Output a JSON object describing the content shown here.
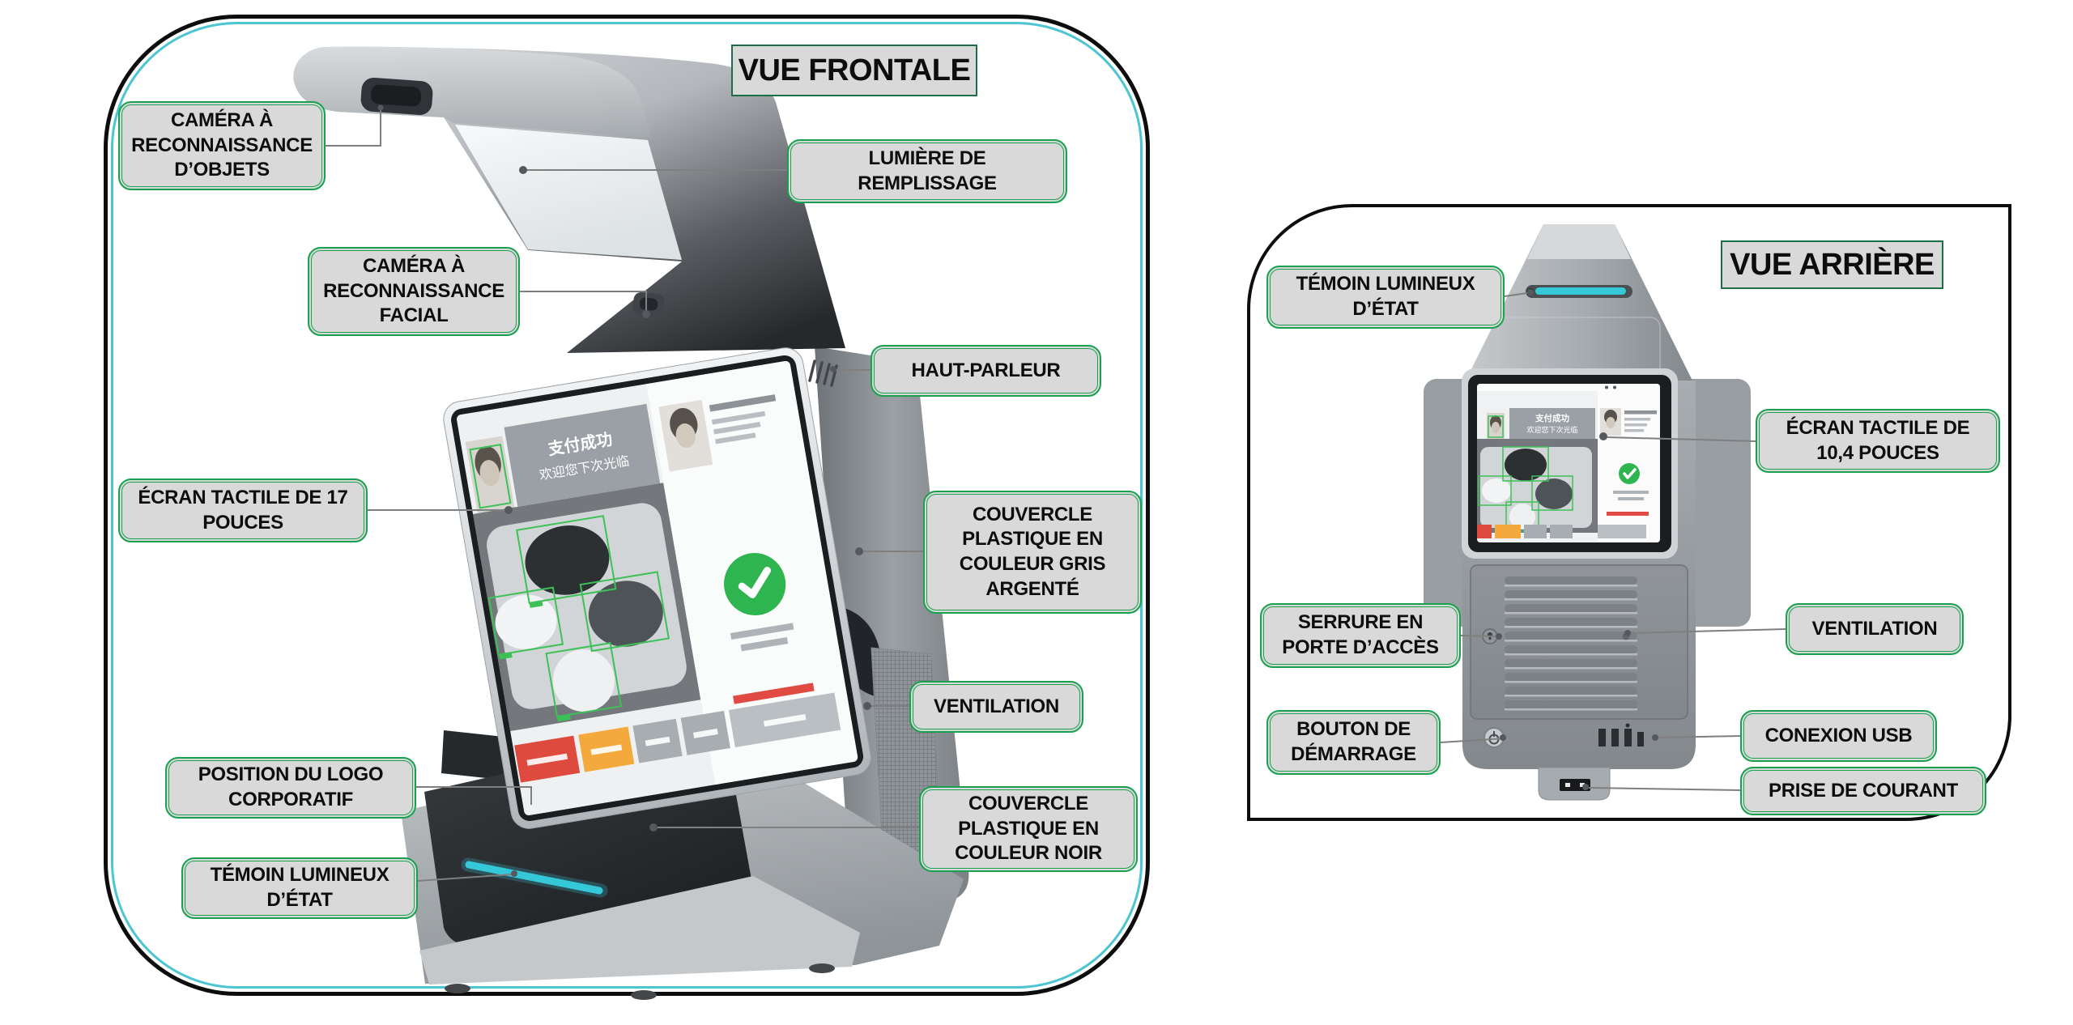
{
  "front_view": {
    "title": "VUE FRONTALE",
    "labels": [
      {
        "id": "camera-objets",
        "text": "CAMÉRA À RECONNAISSANCE D’OBJETS"
      },
      {
        "id": "lumiere-remplissage",
        "text": "LUMIÈRE DE REMPLISSAGE"
      },
      {
        "id": "camera-facial",
        "text": "CAMÉRA À RECONNAISSANCE FACIAL"
      },
      {
        "id": "haut-parleur",
        "text": "HAUT-PARLEUR"
      },
      {
        "id": "ecran-17",
        "text": "ÉCRAN TACTILE DE 17 POUCES"
      },
      {
        "id": "couvercle-gris",
        "text": "COUVERCLE PLASTIQUE EN COULEUR GRIS ARGENTÉ"
      },
      {
        "id": "ventilation",
        "text": "VENTILATION"
      },
      {
        "id": "logo-corporatif",
        "text": "POSITION DU LOGO CORPORATIF"
      },
      {
        "id": "couvercle-noir",
        "text": "COUVERCLE PLASTIQUE EN COULEUR NOIR"
      },
      {
        "id": "temoin-lumineux",
        "text": "TÉMOIN LUMINEUX D’ÉTAT"
      }
    ]
  },
  "rear_view": {
    "title": "VUE ARRIÈRE",
    "labels": [
      {
        "id": "temoin-lumineux",
        "text": "TÉMOIN LUMINEUX D’ÉTAT"
      },
      {
        "id": "ecran-104",
        "text": "ÉCRAN TACTILE DE 10,4 POUCES"
      },
      {
        "id": "serrure",
        "text": "SERRURE EN PORTE D’ACCÈS"
      },
      {
        "id": "ventilation",
        "text": "VENTILATION"
      },
      {
        "id": "bouton-demarrage",
        "text": "BOUTON DE DÉMARRAGE"
      },
      {
        "id": "conexion-usb",
        "text": "CONEXION USB"
      },
      {
        "id": "prise-courant",
        "text": "PRISE DE COURANT"
      }
    ]
  },
  "screen": {
    "header_line1": "支付成功",
    "header_line2": "欢迎您下次光临"
  },
  "icons": {
    "status_led": "cyan-led-bar",
    "payment_ok": "check-icon",
    "power": "power-icon",
    "lock": "lock-icon",
    "usb": "usb-ports-icon"
  },
  "colors": {
    "label_fill": "#d9d9d9",
    "label_border_green": "#18a14f",
    "frame_border_black": "#0d0d0d",
    "inner_accent_cyan": "#4cc5d2",
    "connector_gray": "#7f7f7f",
    "led_cyan": "#35c8d8",
    "check_green": "#2fb54f"
  }
}
